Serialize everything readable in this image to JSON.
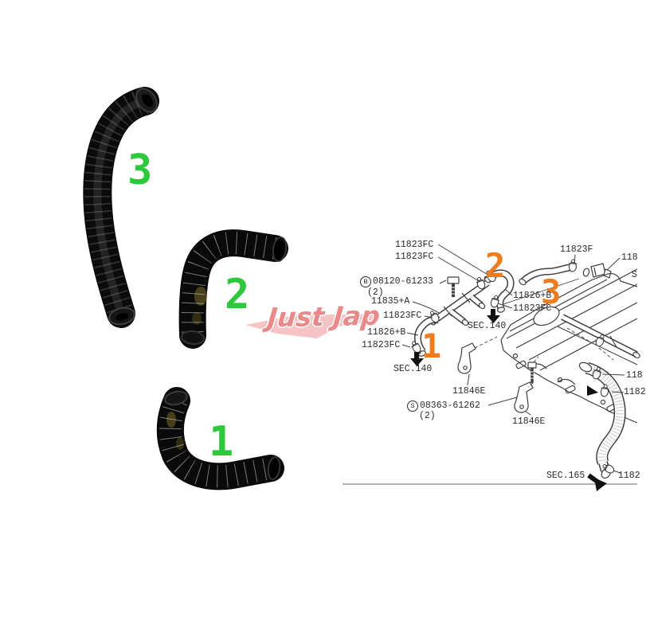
{
  "page": {
    "background": "#ffffff"
  },
  "watermark": {
    "text": "Just Jap",
    "swoosh_color": "#f3b3b3",
    "text_color": "#e87f7f"
  },
  "photos": {
    "number_color": "#2ec83c",
    "hose_color": "#0b0b0b",
    "items": [
      {
        "number": "3"
      },
      {
        "number": "2"
      },
      {
        "number": "1"
      }
    ]
  },
  "diagram": {
    "callout_color": "#ed7c1e",
    "line_color": "#3f3f3f",
    "circled_b": "B",
    "circled_s": "S",
    "callouts": [
      {
        "number": "2"
      },
      {
        "number": "3"
      },
      {
        "number": "1"
      }
    ],
    "labels": [
      {
        "text": "11823FC"
      },
      {
        "text": "11823FC"
      },
      {
        "text": "08120-61233"
      },
      {
        "text": "(2)"
      },
      {
        "text": "11835+A"
      },
      {
        "text": "11823FC"
      },
      {
        "text": "11826+B"
      },
      {
        "text": "11823FC"
      },
      {
        "text": "SEC.140"
      },
      {
        "text": "11826+B"
      },
      {
        "text": "11823FC"
      },
      {
        "text": "SEC.140"
      },
      {
        "text": "11846E"
      },
      {
        "text": "08363-61262"
      },
      {
        "text": "(2)"
      },
      {
        "text": "11846E"
      },
      {
        "text": "11823F"
      },
      {
        "text": "SEC.165"
      },
      {
        "text": "118"
      },
      {
        "text": "S"
      },
      {
        "text": "118"
      },
      {
        "text": "1182"
      },
      {
        "text": "1182"
      }
    ]
  }
}
